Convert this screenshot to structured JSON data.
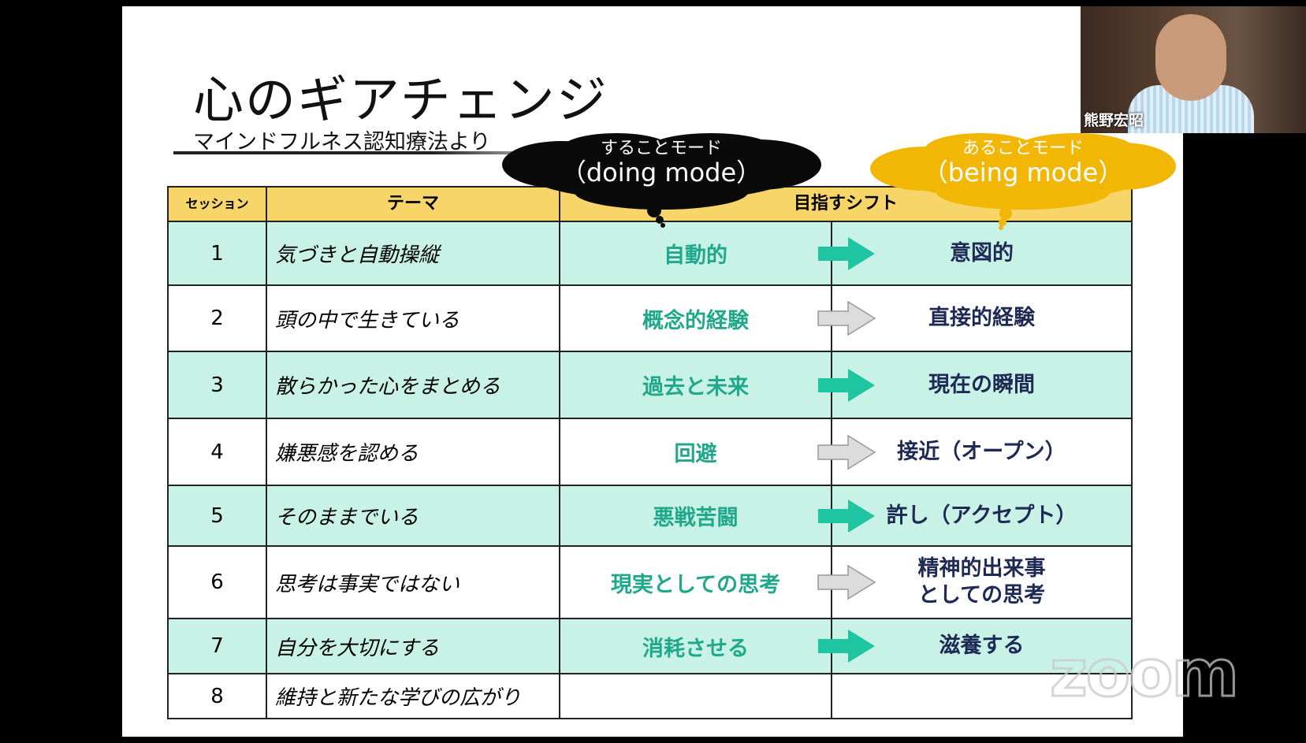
{
  "slide": {
    "title": "心のギアチェンジ",
    "subtitle": "マインドフルネス認知療法より",
    "headers": {
      "session": "セッション",
      "theme": "テーマ",
      "shift": "目指すシフト"
    },
    "doing_cloud": {
      "line1": "することモード",
      "line2": "（doing mode）"
    },
    "being_cloud": {
      "line1": "あることモード",
      "line2": "（being mode）"
    },
    "rows": [
      {
        "n": "1",
        "theme": "気づきと自動操縦",
        "from": "自動的",
        "to": "意図的"
      },
      {
        "n": "2",
        "theme": "頭の中で生きている",
        "from": "概念的経験",
        "to": "直接的経験"
      },
      {
        "n": "3",
        "theme": "散らかった心をまとめる",
        "from": "過去と未来",
        "to": "現在の瞬間"
      },
      {
        "n": "4",
        "theme": "嫌悪感を認める",
        "from": "回避",
        "to": "接近（オープン）"
      },
      {
        "n": "5",
        "theme": "そのままでいる",
        "from": "悪戦苦闘",
        "to": "許し（アクセプト）"
      },
      {
        "n": "6",
        "theme": "思考は事実ではない",
        "from": "現実としての思考",
        "to": "精神的出来事\nとしての思考"
      },
      {
        "n": "7",
        "theme": "自分を大切にする",
        "from": "消耗させる",
        "to": "滋養する"
      },
      {
        "n": "8",
        "theme": "維持と新たな学びの広がり",
        "from": "",
        "to": ""
      }
    ]
  },
  "video": {
    "participant_name": "熊野宏昭"
  },
  "watermark": "zoom",
  "colors": {
    "header": "#f8d568",
    "row_green": "#c9f2e6",
    "doing_text": "#1fa88a",
    "being_text": "#1e2a55",
    "arrow_green": "#1fc4a0",
    "arrow_gray": "#dcdcdc",
    "cloud_yellow": "#f2b705"
  }
}
